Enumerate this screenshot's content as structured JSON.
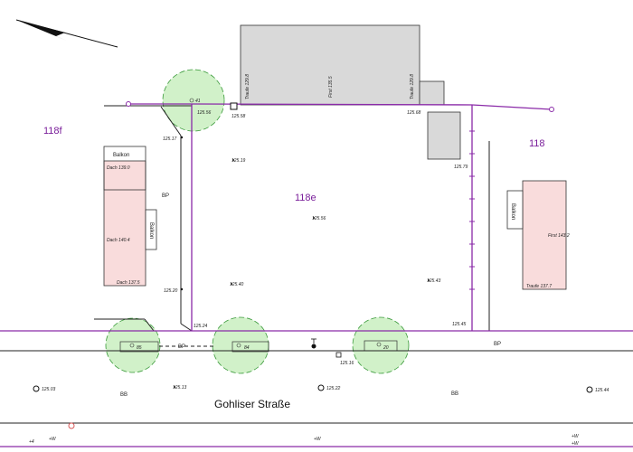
{
  "parcels": {
    "left": "118f",
    "center": "118e",
    "right": "118"
  },
  "street_name": "Gohliser Straße",
  "labels": {
    "balkon": "Balkon",
    "balkon_side": "Balkon",
    "bp_left": "BP",
    "bp_road": "BP",
    "bp_right": "BP",
    "bb_left": "BB",
    "bb_right": "BB"
  },
  "building_top": {
    "traufe_left": "Traufe 129.8",
    "first": "First 135.5",
    "traufe_right": "Traufe 129.8"
  },
  "building_left": {
    "dach_top": "Dach 139.0",
    "dach_mid": "Dach 140.4",
    "dach_bottom": "Dach 137.5"
  },
  "building_right": {
    "first": "First 143.2",
    "traufe": "Traufe 137.7"
  },
  "spot_heights": {
    "h1": "125.56",
    "h2": "125.58",
    "h3": "125.68",
    "h4": "125.17",
    "h5": "125.19",
    "h6": "125.79",
    "h7": "125.56",
    "h8": "125.20",
    "h9": "125.40",
    "h10": "125.43",
    "h11": "125.24",
    "h12": "125.45",
    "h13": "125.16",
    "h14": "125.03",
    "h15": "125.13",
    "h16": "125.22",
    "h17": "125.44"
  },
  "trees": {
    "t1": "41",
    "t2": "85",
    "t3": "84",
    "t4": "20"
  },
  "bottom_marks": {
    "m1": "+4",
    "m2": "+W",
    "m3": "+W",
    "m4": "+W",
    "m5": "+W"
  },
  "colors": {
    "boundary": "#8a2aa8",
    "tree_fill": "#c9eec0",
    "tree_stroke": "#3a9a3a",
    "building_gray": "#d9d9d9",
    "building_pink": "#f9dcdc"
  }
}
